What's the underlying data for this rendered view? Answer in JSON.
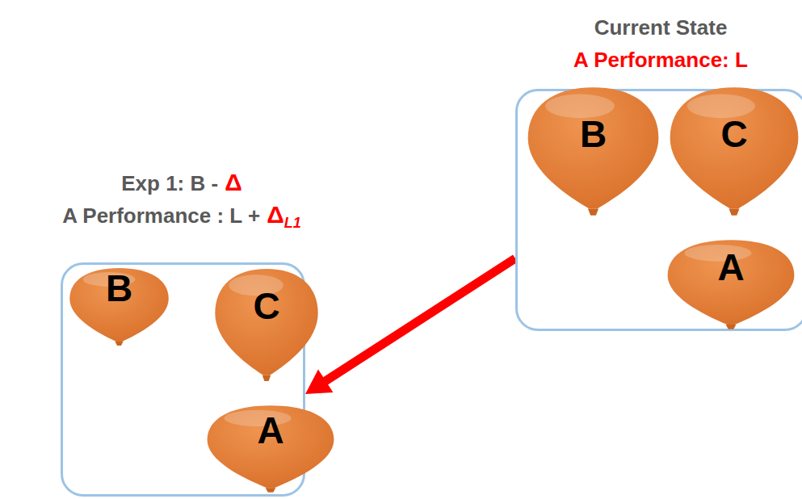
{
  "diagram": {
    "nodes": [
      {
        "text": [
          "Current State",
          "A Performance: L"
        ]
      },
      {
        "text": [
          "B"
        ],
        "in": 0
      },
      {
        "text": [
          "C"
        ],
        "in": 0
      },
      {
        "text": [
          "A"
        ],
        "in": 0
      },
      {
        "text": [
          "Exp 1: B -",
          "Δ",
          "A Performance : L +",
          "Δ",
          "L1"
        ]
      },
      {
        "text": [
          "B"
        ],
        "in": 4
      },
      {
        "text": [
          "C"
        ],
        "in": 4
      },
      {
        "text": [
          "A"
        ],
        "in": 4
      }
    ],
    "edges": [
      {
        "from": 0,
        "to": 4,
        "arrow": "to"
      }
    ]
  }
}
